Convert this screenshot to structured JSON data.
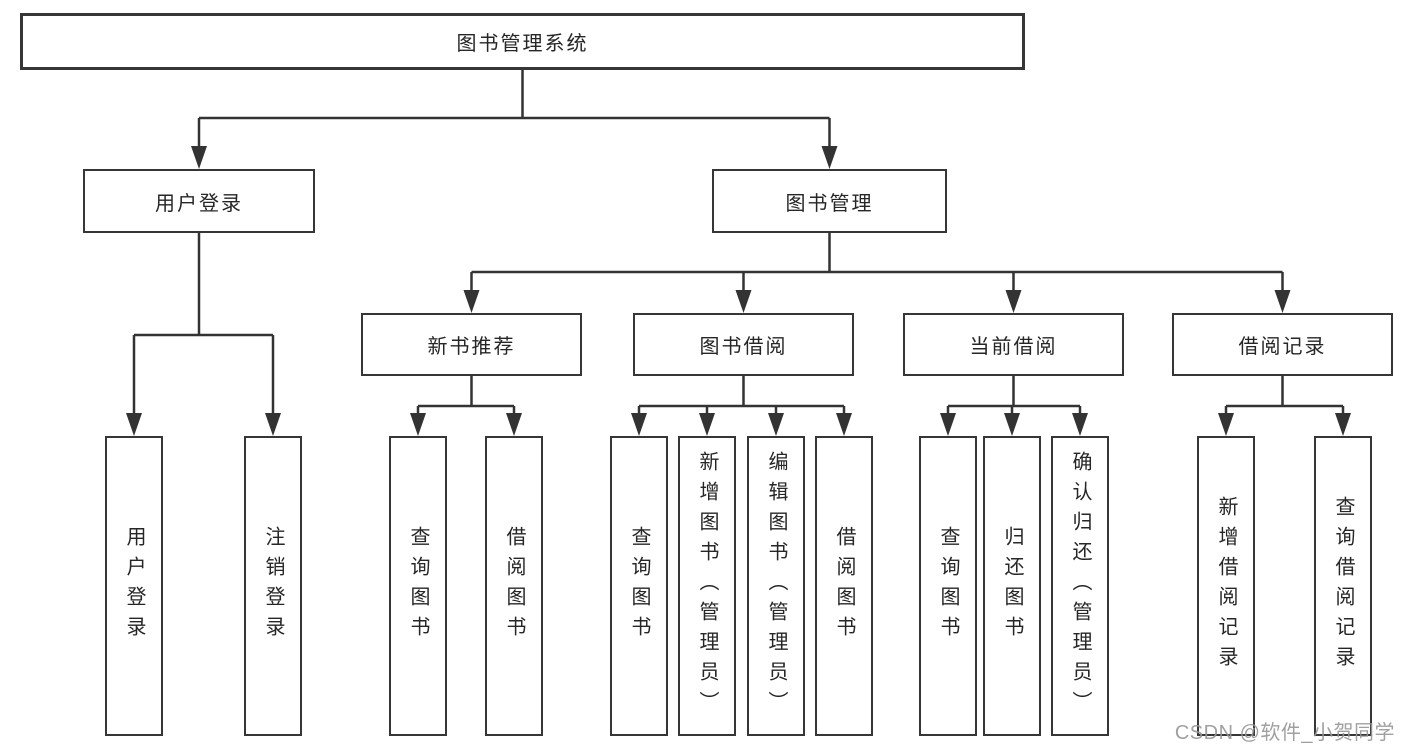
{
  "diagram": {
    "root": "图书管理系统",
    "level2": [
      "用户登录",
      "图书管理"
    ],
    "level3": [
      "新书推荐",
      "图书借阅",
      "当前借阅",
      "借阅记录"
    ],
    "leaves": {
      "user_login": [
        "用户登录",
        "注销登录"
      ],
      "new_books": [
        "查询图书",
        "借阅图书"
      ],
      "book_borrow": [
        "查询图书",
        "新增图书（管理员）",
        "编辑图书（管理员）",
        "借阅图书"
      ],
      "current_borrow": [
        "查询图书",
        "归还图书",
        "确认归还（管理员）"
      ],
      "borrow_records": [
        "新增借阅记录",
        "查询借阅记录"
      ]
    }
  },
  "watermark": "CSDN @软件_小贺同学",
  "colors": {
    "line": "#333333",
    "border": "#363636",
    "text": "#262626",
    "watermark_gray": "#969696",
    "background": "#ffffff"
  }
}
